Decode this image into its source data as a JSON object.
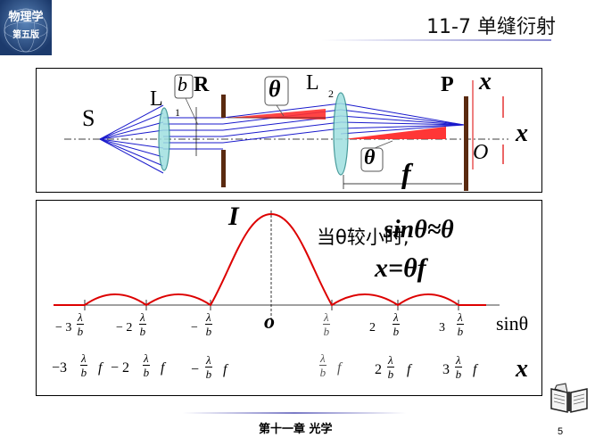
{
  "header": {
    "badge_line1": "物理学",
    "badge_line2": "第五版",
    "title": "11-7 单缝衍射"
  },
  "footer": {
    "chapter": "第十一章  光学",
    "page": "5"
  },
  "optics": {
    "source": "S",
    "lens1": "L",
    "lens1_sub": "1",
    "slit_width": "b",
    "slit_label": "R",
    "angle1": "θ",
    "lens2": "L",
    "lens2_sub": "2",
    "screen_label": "P",
    "axis_x_top": "x",
    "axis_x_mid": "x",
    "origin": "O",
    "angle2": "θ",
    "focal": "f"
  },
  "graph": {
    "intensity": "I",
    "condition": "当θ较小时,",
    "formula1": "sinθ≈θ",
    "formula2": "x=θf",
    "origin": "o",
    "axis_sin": "sinθ",
    "axis_x": "x",
    "lambda": "λ",
    "b": "b",
    "f": "f",
    "row1": [
      {
        "coef": "− 3",
        "sign": ""
      },
      {
        "coef": "− 2",
        "sign": ""
      },
      {
        "coef": "−",
        "sign": ""
      },
      {
        "coef": "",
        "sign": ""
      },
      {
        "coef": "2",
        "sign": ""
      },
      {
        "coef": "3",
        "sign": ""
      }
    ],
    "row2": [
      {
        "coef": "−3"
      },
      {
        "coef": "− 2"
      },
      {
        "coef": "−"
      },
      {
        "coef": ""
      },
      {
        "coef": "2"
      },
      {
        "coef": "3"
      }
    ],
    "colors": {
      "beam": "#1a1acc",
      "curve": "#dd0000",
      "lens": "#2a8a8a",
      "slit": "#5a2a10"
    }
  }
}
